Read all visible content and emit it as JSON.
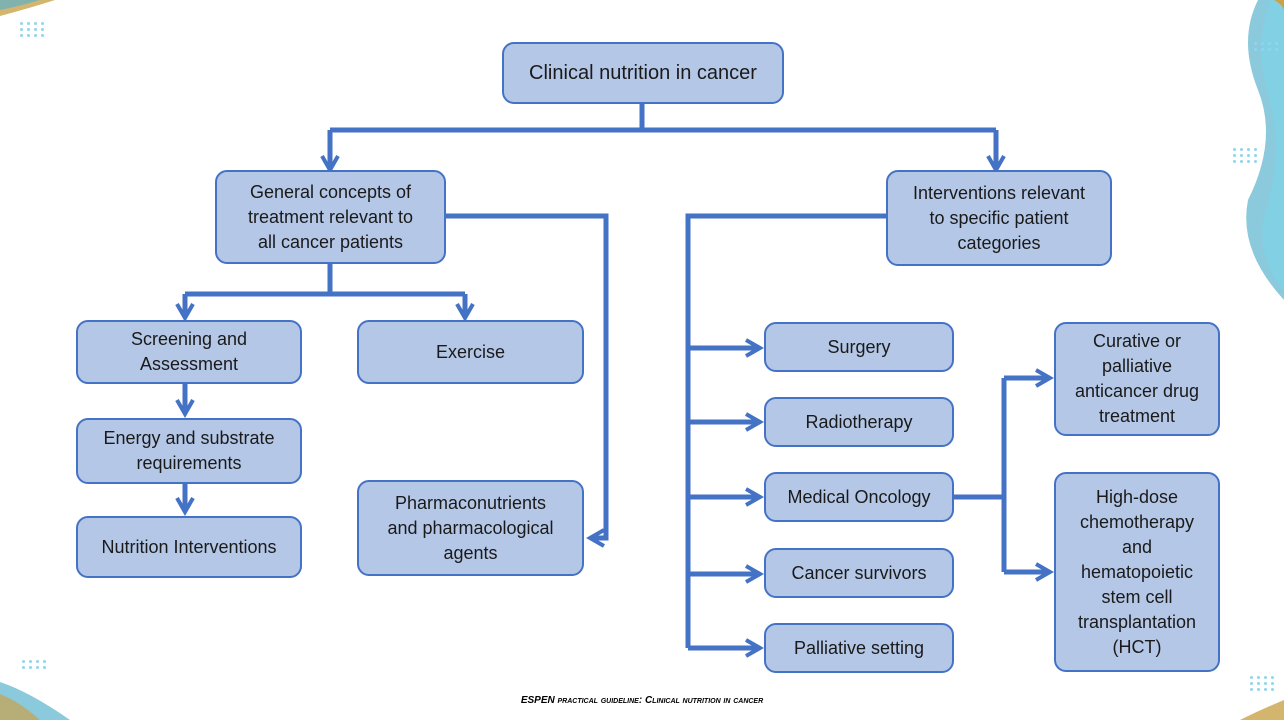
{
  "root": "Clinical nutrition in cancer",
  "general": "General concepts of\ntreatment relevant to\nall cancer patients",
  "interventions": "Interventions relevant\nto specific patient\ncategories",
  "screening": "Screening and\nAssessment",
  "exercise": "Exercise",
  "energy": "Energy and substrate\nrequirements",
  "nutrition_interventions": "Nutrition Interventions",
  "pharma": "Pharmaconutrients\nand pharmacological\nagents",
  "surgery": "Surgery",
  "radiotherapy": "Radiotherapy",
  "medical_oncology": "Medical Oncology",
  "survivors": "Cancer survivors",
  "palliative_setting": "Palliative setting",
  "curative": "Curative or\npalliative\nanticancer drug\ntreatment",
  "hct": "High-dose\nchemotherapy\nand\nhematopoietic\nstem cell\ntransplantation\n(HCT)",
  "footer": {
    "lead": "ESPEN ",
    "rest": "practical guideline: Clinical nutrition in cancer"
  },
  "colors": {
    "box_fill": "#b4c7e7",
    "box_border": "#4472c4",
    "connector": "#4472c4"
  }
}
